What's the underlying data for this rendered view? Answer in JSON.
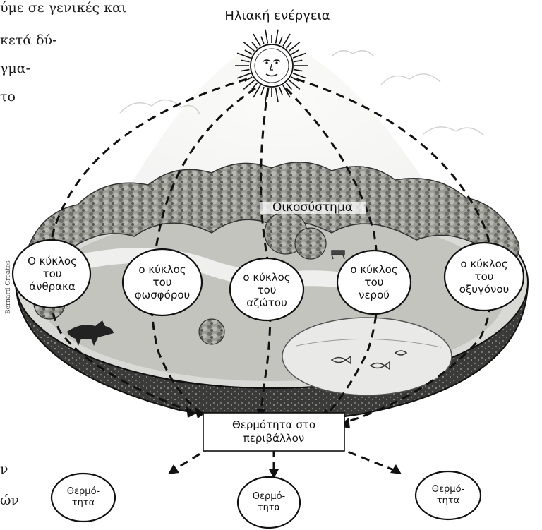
{
  "cropped_text_left": [
    "ύμε σε γενικές και",
    "κετά δύ-",
    "γμα-",
    "το",
    "ν",
    "ών"
  ],
  "sun_label": "Ηλιακή ενέργεια",
  "ecosystem_label": "Οικοσύστημα",
  "cycles": [
    {
      "lines": [
        "Ο κύκλος",
        "του",
        "άνθρακα"
      ]
    },
    {
      "lines": [
        "ο κύκλος",
        "του",
        "φωσφόρου"
      ]
    },
    {
      "lines": [
        "ο κύκλος",
        "του",
        "αζώτου"
      ]
    },
    {
      "lines": [
        "ο κύκλος",
        "του",
        "νερού"
      ]
    },
    {
      "lines": [
        "ο κύκλος",
        "του",
        "οξυγόνου"
      ]
    }
  ],
  "environment_heat": {
    "lines": [
      "Θερμότητα στο",
      "περιβάλλον"
    ]
  },
  "heat_outputs": [
    {
      "lines": [
        "Θερμό-",
        "τητα"
      ]
    },
    {
      "lines": [
        "Θερμό-",
        "τητα"
      ]
    },
    {
      "lines": [
        "Θερμό-",
        "τητα"
      ]
    }
  ],
  "artist_signature": "Bernard Creates",
  "colors": {
    "line": "#111111",
    "sky": "#f4f4f2",
    "foliage": "#8a8a85",
    "water": "#e2e2e2"
  }
}
